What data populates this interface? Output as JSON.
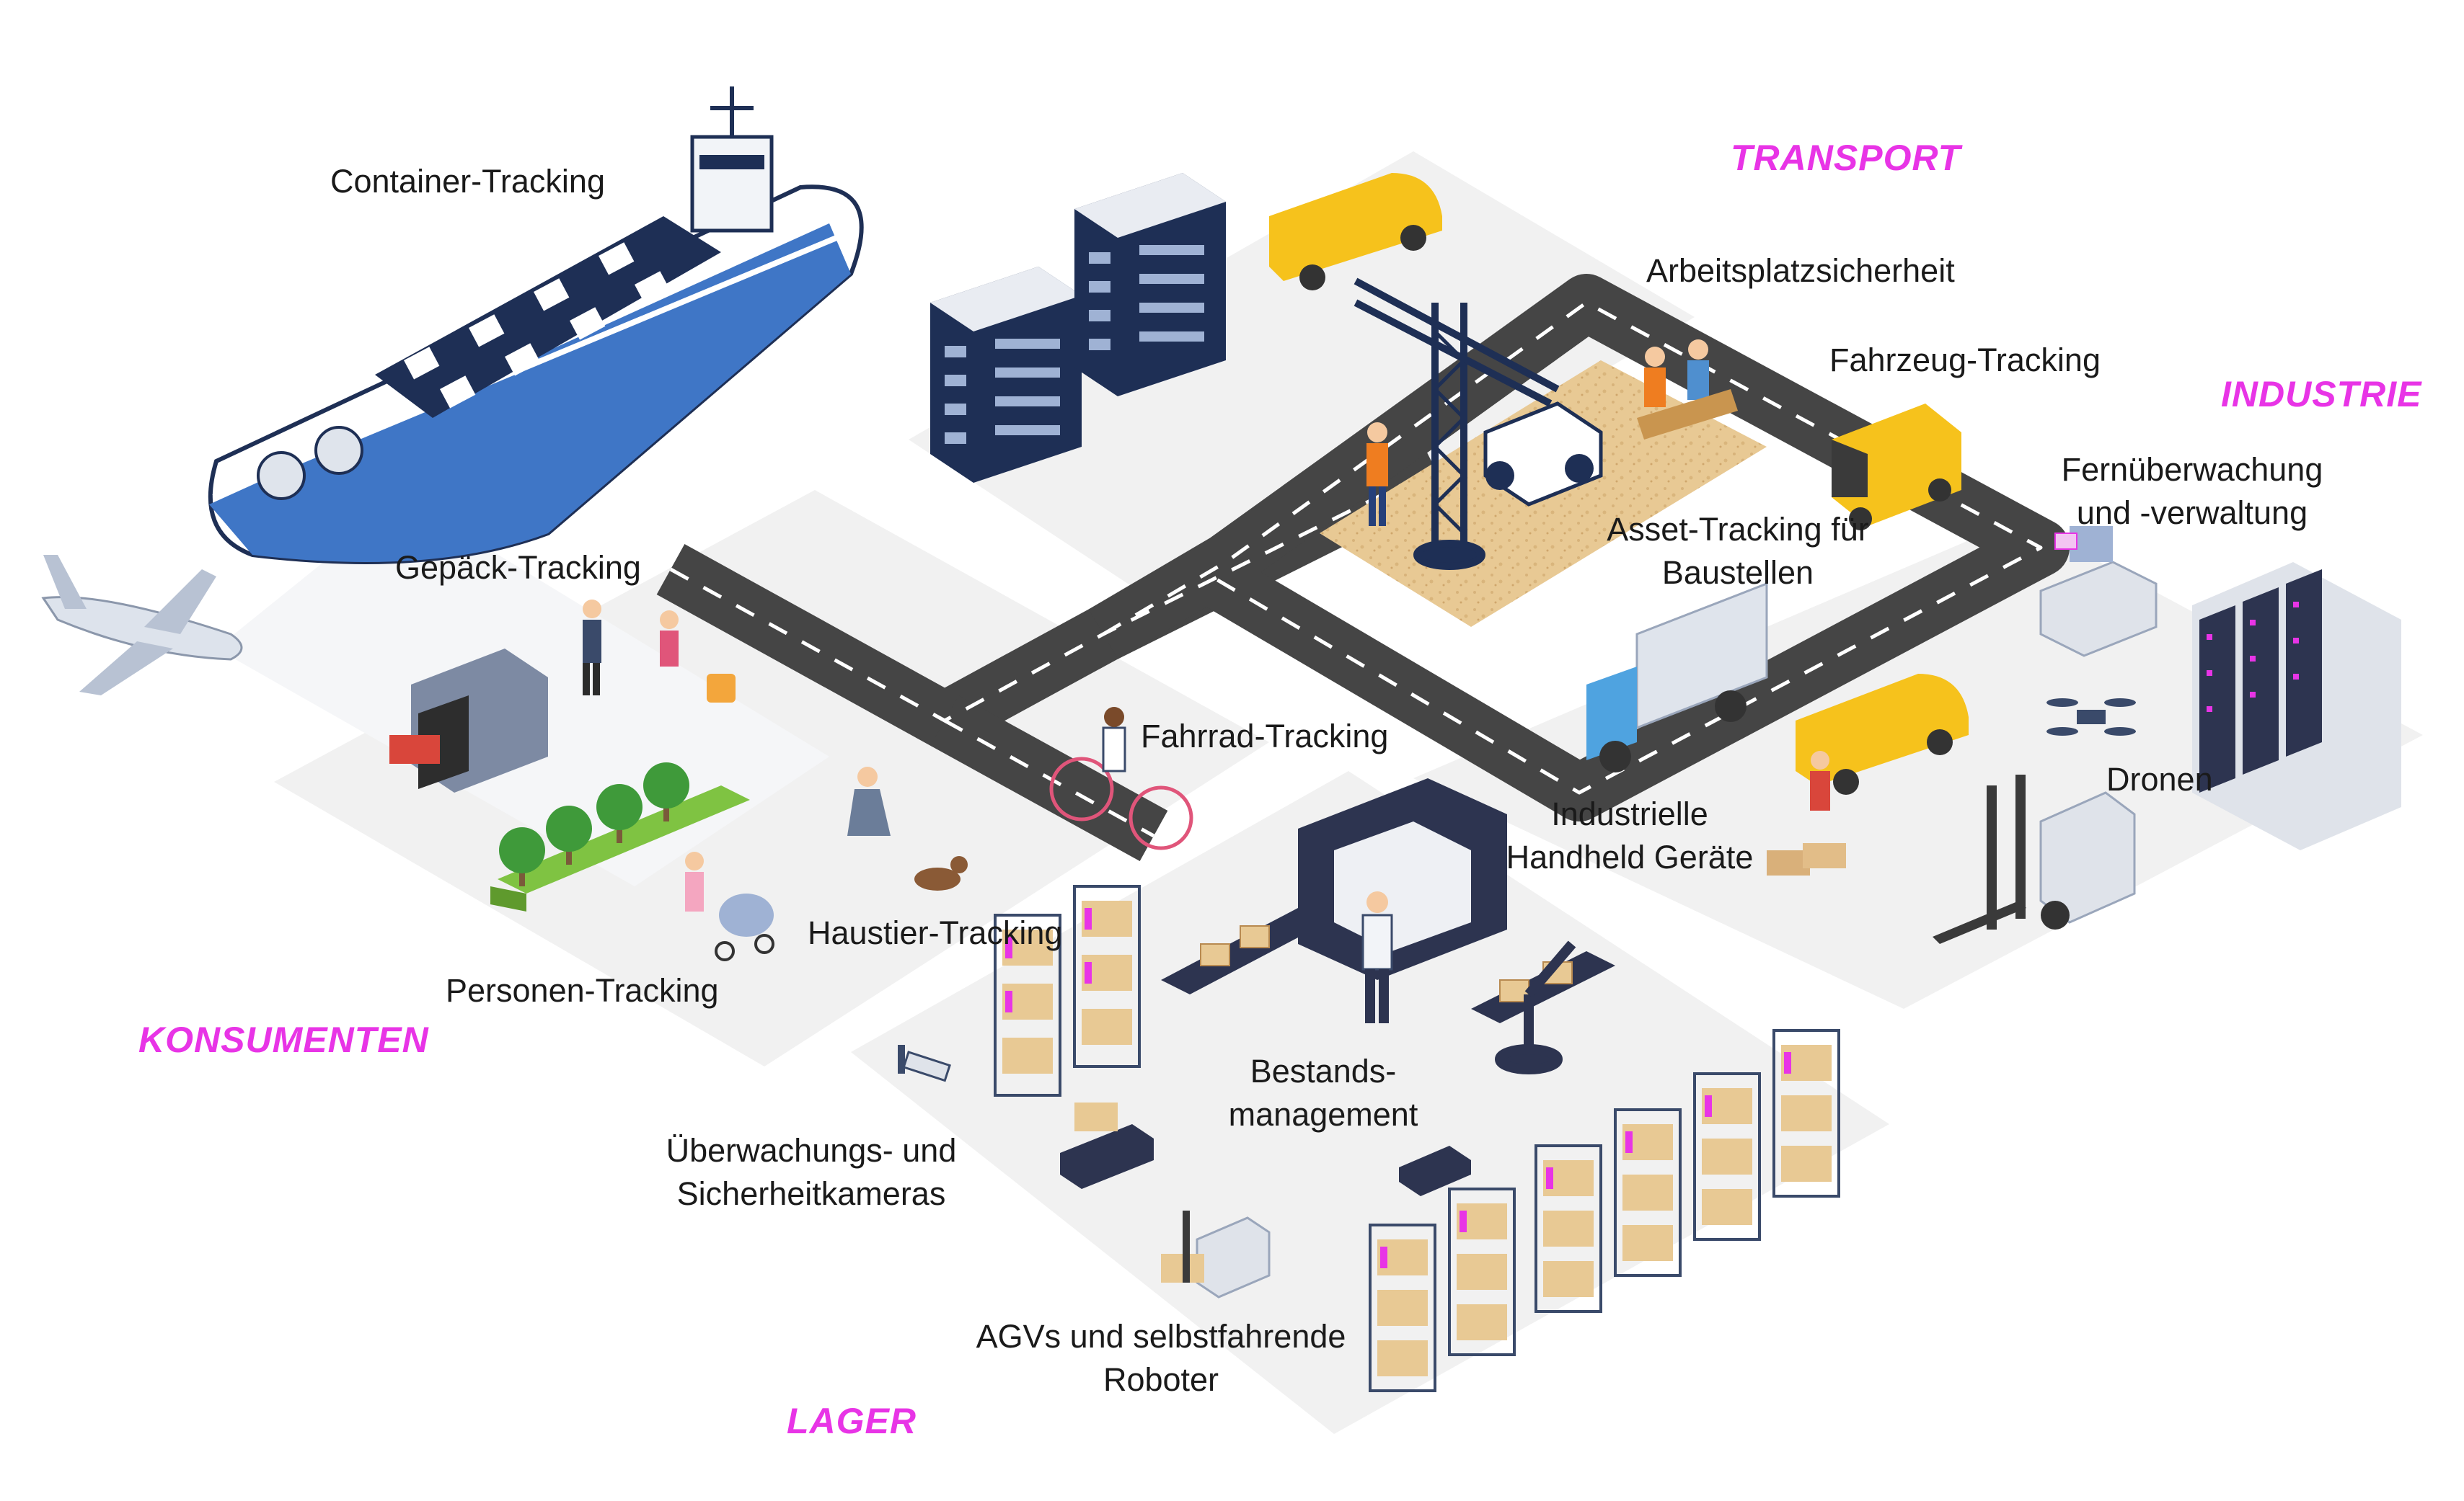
{
  "colors": {
    "accent": "#e834e6",
    "navy": "#1e2f55",
    "yellow": "#f6c21c",
    "road": "#454545",
    "tile": "#f1f1f1",
    "sand": "#e8c994"
  },
  "categories": {
    "transport": "TRANSPORT",
    "industrie": "INDUSTRIE",
    "konsumenten": "KONSUMENTEN",
    "lager": "LAGER"
  },
  "labels": {
    "container_tracking": "Container-Tracking",
    "arbeitsplatzsicherheit": "Arbeitsplatzsicherheit",
    "fahrzeug_tracking": "Fahrzeug-Tracking",
    "fernueberwachung_1": "Fernüberwachung",
    "fernueberwachung_2": "und -verwaltung",
    "gepaeck_tracking": "Gepäck-Tracking",
    "asset_tracking_1": "Asset-Tracking für",
    "asset_tracking_2": "Baustellen",
    "fahrrad_tracking": "Fahrrad-Tracking",
    "dronen": "Dronen",
    "industrielle_1": "Industrielle",
    "industrielle_2": "Handheld Geräte",
    "haustier_tracking": "Haustier-Tracking",
    "personen_tracking": "Personen-Tracking",
    "bestands_1": "Bestands-",
    "bestands_2": "management",
    "ueberwachung_1": "Überwachungs- und",
    "ueberwachung_2": "Sicherheitkameras",
    "agvs_1": "AGVs und selbstfahrende",
    "agvs_2": "Roboter"
  },
  "icons": [
    "cargo-ship-icon",
    "airplane-icon",
    "office-building-icon",
    "delivery-van-icon",
    "tower-crane-icon",
    "construction-worker-icon",
    "baggage-scanner-icon",
    "tree-icon",
    "cyclist-icon",
    "dog-icon",
    "truck-icon",
    "drone-icon",
    "server-rack-icon",
    "forklift-icon",
    "conveyor-belt-icon",
    "robot-arm-icon",
    "warehouse-shelf-icon",
    "security-camera-icon",
    "agv-robot-icon"
  ]
}
